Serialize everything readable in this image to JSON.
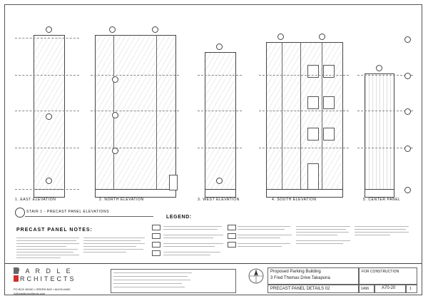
{
  "elevations": [
    {
      "number": "1.",
      "title": "EAST ELEVATION"
    },
    {
      "number": "2.",
      "title": "NORTH ELEVATION"
    },
    {
      "number": "3.",
      "title": "WEST ELEVATION"
    },
    {
      "number": "4.",
      "title": "SOUTH ELEVATION"
    },
    {
      "number": "5.",
      "title": "CENTER PANEL"
    }
  ],
  "stair_callout": {
    "label": "STAIR 1 - PRECAST PANEL ELEVATIONS"
  },
  "legend": {
    "title": "LEGEND:"
  },
  "notes": {
    "title": "PRECAST PANEL NOTES:"
  },
  "company": {
    "name_line1": "W A R D L E",
    "name_line2": "ARCHITECTS",
    "address": "PO BOX 80150  • GREEN BAY • AUCKLAND",
    "email": "A@wardlearchitects.com"
  },
  "title_block": {
    "project_name": "Proposed Parking Building",
    "project_address": "3 Fred Thomas Drive  Takapuna",
    "sheet_title": "PRECAST PANEL DETAILS 02",
    "status": "FOR CONSTRUCTION",
    "project_number": "1496",
    "drawing_number": "A70-20",
    "revision": "1"
  }
}
